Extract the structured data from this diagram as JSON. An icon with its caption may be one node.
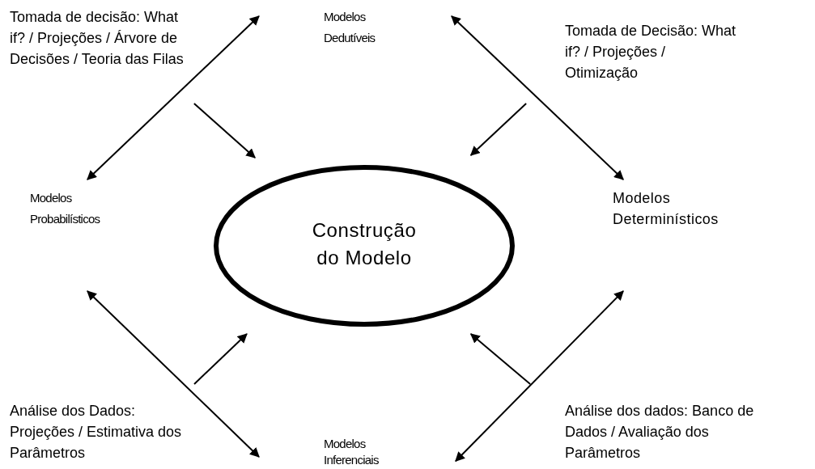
{
  "diagram": {
    "nodes": [
      {
        "text": [
          "Modelos Dedutíveis"
        ]
      },
      {
        "text": [
          "Tomada de decisão: What if? / Projeções / Árvore de Decisões / Teoria das Filas"
        ]
      },
      {
        "text": [
          "Tomada de Decisão: What if? / Projeções / Otimização"
        ]
      },
      {
        "text": [
          "Modelos Probabilísticos"
        ]
      },
      {
        "text": [
          "Construção do Modelo"
        ]
      },
      {
        "text": [
          "Modelos Determinísticos"
        ]
      },
      {
        "text": [
          "Análise dos Dados: Projeções / Estimativa dos Parâmetros"
        ]
      },
      {
        "text": [
          "Análise dos dados: Banco de Dados / Avaliação dos Parâmetros"
        ]
      },
      {
        "text": [
          "Modelos Inferenciais"
        ]
      }
    ],
    "edges": [
      {
        "from": 3,
        "to": 0,
        "arrow": "both"
      },
      {
        "from": 0,
        "to": 5,
        "arrow": "both"
      },
      {
        "from": 3,
        "to": 8,
        "arrow": "both"
      },
      {
        "from": 5,
        "to": 8,
        "arrow": "both"
      },
      {
        "from": 1,
        "to": 4,
        "arrow": "to"
      },
      {
        "from": 2,
        "to": 4,
        "arrow": "to"
      },
      {
        "from": 6,
        "to": 4,
        "arrow": "to"
      },
      {
        "from": 7,
        "to": 4,
        "arrow": "to"
      }
    ]
  }
}
